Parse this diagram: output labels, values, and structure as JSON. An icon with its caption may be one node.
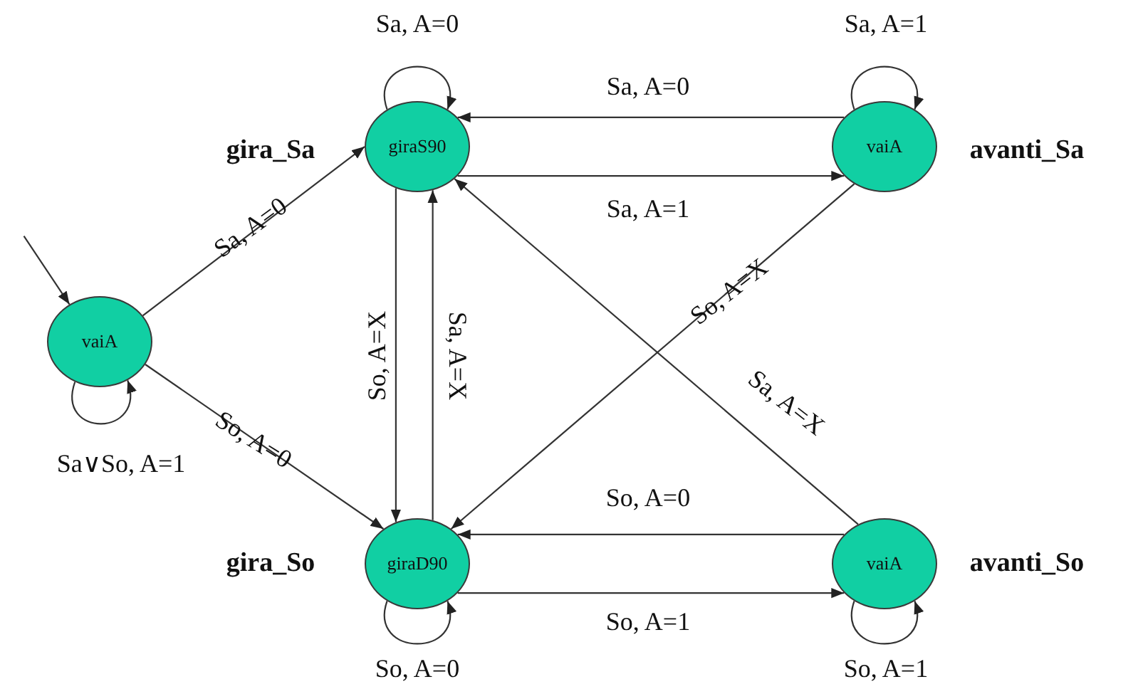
{
  "diagram": {
    "nodes": [
      {
        "text": [
          "vaiA"
        ]
      },
      {
        "text": [
          "giraS90"
        ],
        "beside": [
          "gira_Sa"
        ]
      },
      {
        "text": [
          "vaiA"
        ],
        "beside": [
          "avanti_Sa"
        ]
      },
      {
        "text": [
          "giraD90"
        ],
        "beside": [
          "gira_So"
        ]
      },
      {
        "text": [
          "vaiA"
        ],
        "beside": [
          "avanti_So"
        ]
      }
    ],
    "edges": [
      {
        "from": null,
        "to": 0,
        "arrow": "to"
      },
      {
        "from": 0,
        "to": 0,
        "arrow": "to",
        "label": "Sa∨So, A=1"
      },
      {
        "from": 0,
        "to": 1,
        "arrow": "to",
        "label": "Sa, A=0"
      },
      {
        "from": 0,
        "to": 3,
        "arrow": "to",
        "label": "So, A=0"
      },
      {
        "from": 1,
        "to": 1,
        "arrow": "to",
        "label": "Sa, A=0"
      },
      {
        "from": 2,
        "to": 1,
        "arrow": "to",
        "label": "Sa, A=0"
      },
      {
        "from": 1,
        "to": 2,
        "arrow": "to",
        "label": "Sa, A=1"
      },
      {
        "from": 2,
        "to": 2,
        "arrow": "to",
        "label": "Sa, A=1"
      },
      {
        "from": 1,
        "to": 3,
        "arrow": "to",
        "label": "So, A=X"
      },
      {
        "from": 3,
        "to": 1,
        "arrow": "to",
        "label": "Sa, A=X"
      },
      {
        "from": 2,
        "to": 3,
        "arrow": "to",
        "label": "So, A=X"
      },
      {
        "from": 4,
        "to": 1,
        "arrow": "to",
        "label": "Sa, A=X"
      },
      {
        "from": 4,
        "to": 3,
        "arrow": "to",
        "label": "So, A=0"
      },
      {
        "from": 3,
        "to": 4,
        "arrow": "to",
        "label": "So, A=1"
      },
      {
        "from": 3,
        "to": 3,
        "arrow": "to",
        "label": "So, A=0"
      },
      {
        "from": 4,
        "to": 4,
        "arrow": "to",
        "label": "So, A=1"
      }
    ]
  }
}
